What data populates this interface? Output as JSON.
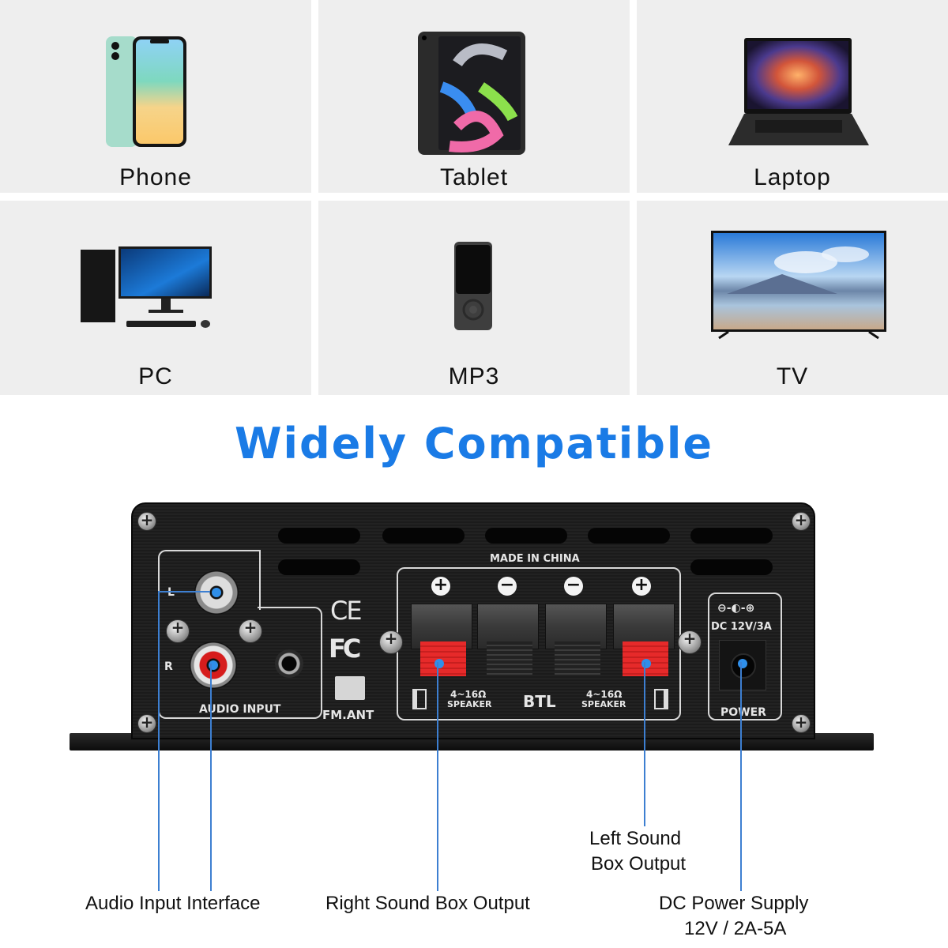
{
  "devices": [
    {
      "label": "Phone",
      "icon": "phone-icon"
    },
    {
      "label": "Tablet",
      "icon": "tablet-icon"
    },
    {
      "label": "Laptop",
      "icon": "laptop-icon"
    },
    {
      "label": "PC",
      "icon": "desktop-pc-icon"
    },
    {
      "label": "MP3",
      "icon": "mp3-player-icon"
    },
    {
      "label": "TV",
      "icon": "tv-icon"
    }
  ],
  "title": {
    "text": "Widely Compatible",
    "color": "#1a7be6"
  },
  "amplifier": {
    "made_in": "MADE IN CHINA",
    "input_panel": {
      "label": "AUDIO INPUT",
      "left_channel": "L",
      "right_channel": "R"
    },
    "certifications": {
      "ce": "CE",
      "fcc": "FC"
    },
    "antenna_label": "FM.ANT",
    "speaker_panel": {
      "poles": [
        "+",
        "−",
        "−",
        "+"
      ],
      "speaker_label_left": "4~16Ω",
      "speaker_sublabel_left": "SPEAKER",
      "btl_label": "BTL",
      "speaker_label_right": "4~16Ω",
      "speaker_sublabel_right": "SPEAKER"
    },
    "power_panel": {
      "polarity_symbol": "⊖-◐-⊕",
      "rating": "DC 12V/3A",
      "label": "POWER"
    }
  },
  "callouts": {
    "audio_input": "Audio Input Interface",
    "right_output": "Right Sound Box Output",
    "left_output_line1": "Left Sound",
    "left_output_line2": "Box Output",
    "dc_power_line1": "DC Power Supply",
    "dc_power_line2": "12V / 2A-5A"
  },
  "colors": {
    "cell_bg": "#eeeeee",
    "leader_line": "#3d7fd1",
    "terminal_red": "#e62a2a",
    "rca_red": "#d61c1c"
  }
}
